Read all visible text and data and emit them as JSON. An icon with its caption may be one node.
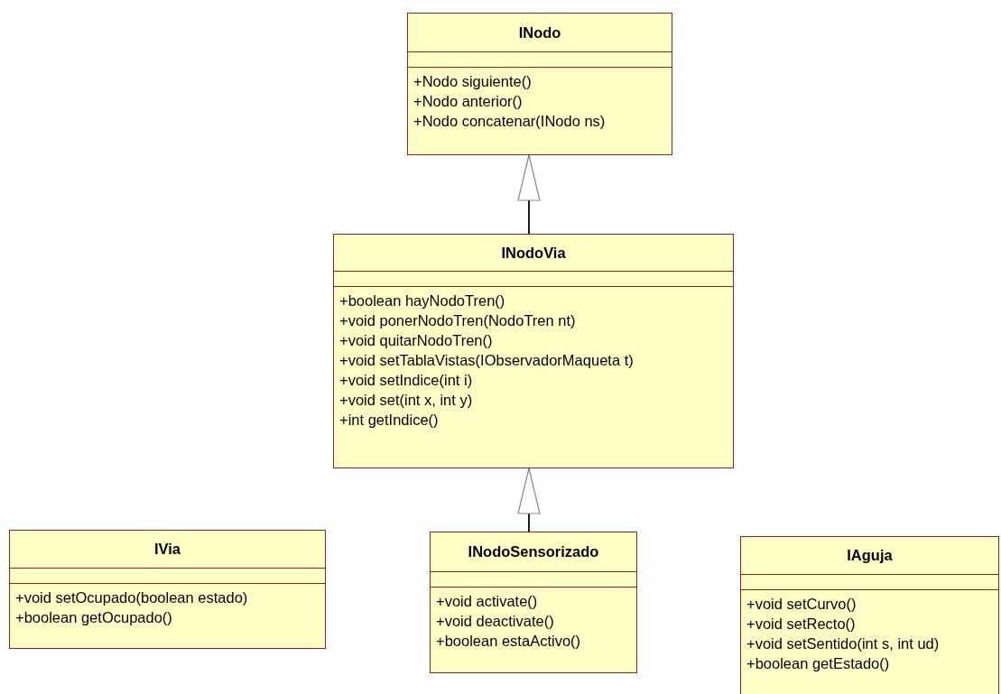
{
  "diagram": {
    "nodes": [
      {
        "text": [
          "INodo",
          "+Nodo siguiente()",
          "+Nodo anterior()",
          "+Nodo concatenar(INodo ns)"
        ]
      },
      {
        "text": [
          "INodoVia",
          "+boolean hayNodoTren()",
          "+void ponerNodoTren(NodoTren nt)",
          "+void quitarNodoTren()",
          "+void setTablaVistas(IObservadorMaqueta t)",
          "+void setIndice(int i)",
          "+void set(int x, int y)",
          "+int getIndice()"
        ]
      },
      {
        "text": [
          "IVia",
          "+void setOcupado(boolean estado)",
          "+boolean getOcupado()"
        ]
      },
      {
        "text": [
          "INodoSensorizado",
          "+void activate()",
          "+void deactivate()",
          "+boolean estaActivo()"
        ]
      },
      {
        "text": [
          "IAguja",
          "+void setCurvo()",
          "+void setRecto()",
          "+void setSentido(int s, int ud)",
          "+boolean getEstado()"
        ]
      }
    ],
    "edges": [
      {
        "from": 1,
        "to": 0,
        "arrow": "to"
      },
      {
        "from": 3,
        "to": 1,
        "arrow": "to"
      }
    ]
  }
}
